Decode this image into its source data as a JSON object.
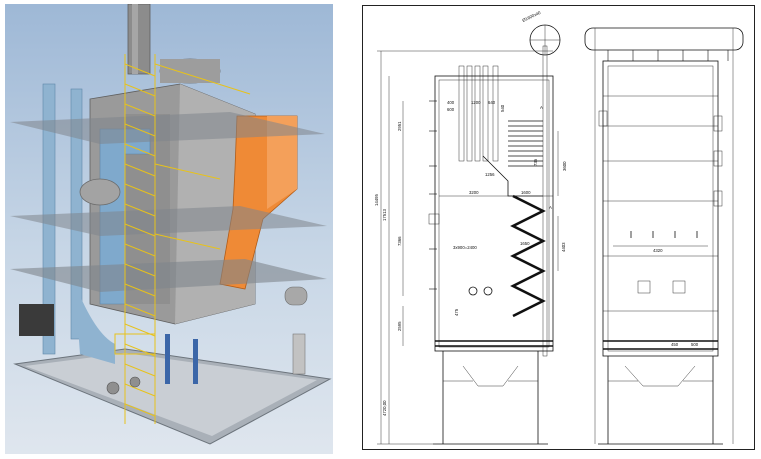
{
  "figure": {
    "left_view": "3d-boiler-model",
    "right_view": "boiler-engineering-drawing"
  },
  "drawing": {
    "drum_label": "Ø1600x40",
    "dimensions": {
      "d_overall_height": "14495",
      "d_lower_furnace": "17513",
      "d_mid_section": "7366",
      "d_bottom_section": "2595",
      "d_support_height": "4720,00",
      "d_top_left_a": "400",
      "d_top_left_b": "600",
      "d_top_mid_a": "1200",
      "d_top_mid_b": "640",
      "d_top_right": "540",
      "d_upper_left": "2951",
      "d_screen_small": "735",
      "d_upper_right": "3600",
      "d_duct_width": "1256",
      "d_furnace_width": "3200",
      "d_econ_width": "1600",
      "d_econ_inner": "1650",
      "d_econ_height": "4403",
      "d_burner_spacing": "3x900=2400",
      "d_burner_small": "475",
      "d_right_width": "4320",
      "d_side_a": "450",
      "d_side_b": "500",
      "d_arrow_a": "A",
      "d_arrow_b": "A"
    }
  }
}
